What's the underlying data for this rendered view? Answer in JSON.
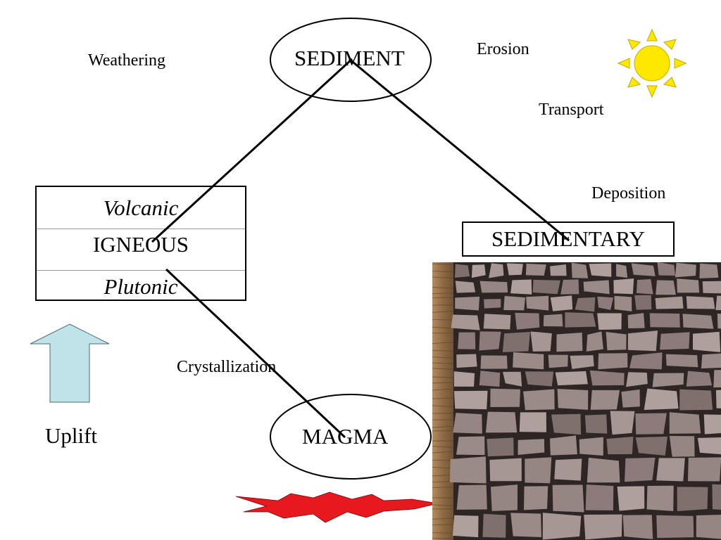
{
  "labels": {
    "sediment": "SEDIMENT",
    "igneous": "IGNEOUS",
    "volcanic": "Volcanic",
    "plutonic": "Plutonic",
    "sedimentary": "SEDIMENTARY",
    "magma": "MAGMA",
    "weathering": "Weathering",
    "erosion": "Erosion",
    "transport": "Transport",
    "deposition": "Deposition",
    "crystallization": "Crystallization",
    "uplift": "Uplift"
  },
  "colors": {
    "sun_fill": "#FFE800",
    "sun_stroke": "#C8A800",
    "uplift_arrow_fill": "#BFE3E8",
    "uplift_arrow_stroke": "#4A6E73",
    "heat_star_fill": "#E8191E",
    "mud_base": "#8F7F7E",
    "mud_crack": "#2E2624",
    "sandstone": "#A07A52"
  },
  "icons": {
    "sun": "sun-icon",
    "uplift_arrow": "up-arrow-icon",
    "heat": "heat-burst-icon"
  },
  "images": {
    "photo": "cracked-mud-photo"
  }
}
